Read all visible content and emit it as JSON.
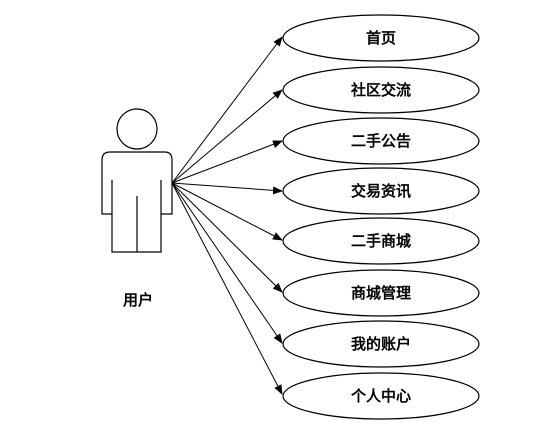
{
  "actor": {
    "label": "用户",
    "icon": "person-icon"
  },
  "use_cases": [
    {
      "label": "首页"
    },
    {
      "label": "社区交流"
    },
    {
      "label": "二手公告"
    },
    {
      "label": "交易资讯"
    },
    {
      "label": "二手商城"
    },
    {
      "label": "商城管理"
    },
    {
      "label": "我的账户"
    },
    {
      "label": "个人中心"
    }
  ],
  "colors": {
    "stroke": "#000000",
    "background": "#ffffff"
  }
}
